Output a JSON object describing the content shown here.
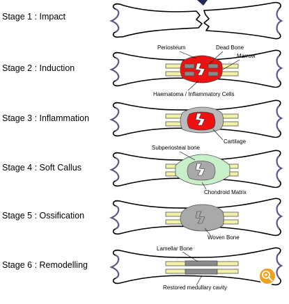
{
  "stages": [
    {
      "label": "Stage 1 : Impact"
    },
    {
      "label": "Stage 2 : Induction"
    },
    {
      "label": "Stage 3 : Inflammation"
    },
    {
      "label": "Stage 4 : Soft Callus"
    },
    {
      "label": "Stage 5 : Ossification"
    },
    {
      "label": "Stage 6 : Remodelling"
    }
  ],
  "annotations": {
    "periosteum": "Periosteum",
    "dead_bone": "Dead Bone",
    "marrow": "Marrow",
    "haematoma": "Haematoma / Inflammatory Cells",
    "cartilage": "Cartilage",
    "subperiosteal": "Subperiosteal bone",
    "chondroid": "Chondroid Matrix",
    "woven": "Woven Bone",
    "lamellar": "Lamellar Bone",
    "restored": "Restored medullary cavity"
  },
  "colors": {
    "haematoma": "#ee1111",
    "cortex": "#f3f0a8",
    "callus_green": "#c8f0c8",
    "callus_grey": "#a9a9a9",
    "cortex_grey": "#8c8c8c",
    "bone_tip": "#4a4a7a",
    "zoom_icon": "#f0a21e"
  },
  "icons": {
    "zoom": "zoom-in-icon"
  }
}
